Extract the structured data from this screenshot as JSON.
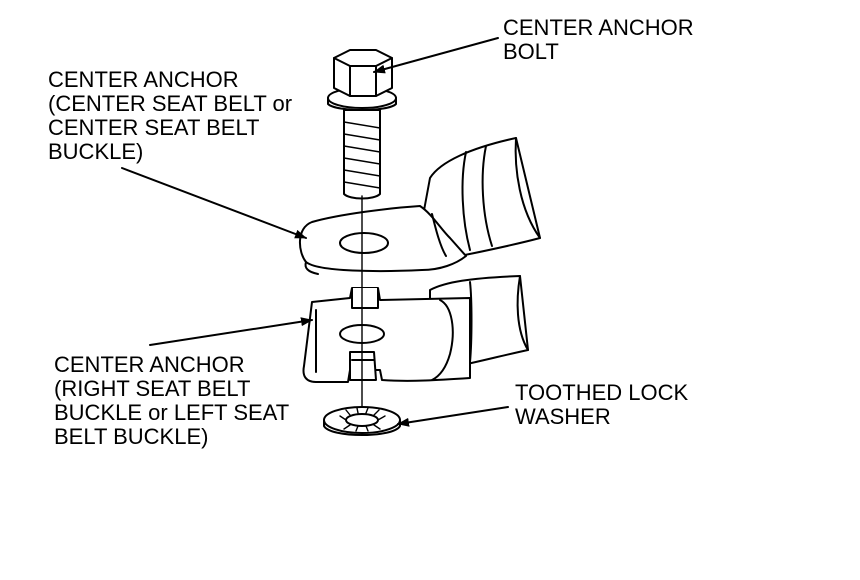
{
  "labels": {
    "center_anchor_bolt": [
      "CENTER ANCHOR",
      "BOLT"
    ],
    "center_anchor_upper": [
      "CENTER ANCHOR",
      "(CENTER SEAT BELT or",
      "CENTER SEAT BELT",
      "BUCKLE)"
    ],
    "center_anchor_lower": [
      "CENTER ANCHOR",
      "(RIGHT SEAT BELT",
      "BUCKLE or LEFT SEAT",
      "BELT BUCKLE)"
    ],
    "toothed_lock_washer": [
      "TOOTHED LOCK",
      "WASHER"
    ]
  },
  "colors": {
    "line": "#000000",
    "background": "#ffffff"
  }
}
